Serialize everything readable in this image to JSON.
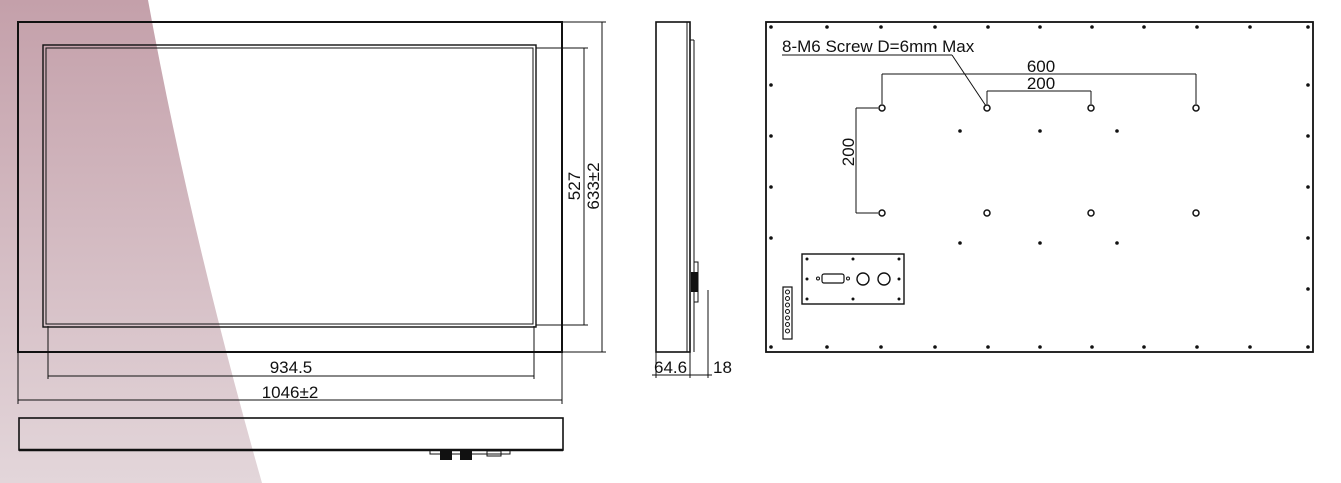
{
  "front_view": {
    "inner_width_label": "934.5",
    "outer_width_label": "1046±2",
    "inner_height_label": "527",
    "outer_height_label": "633±2"
  },
  "side_view": {
    "depth_label": "64.6",
    "mount_label": "18"
  },
  "rear_view": {
    "screw_note": "8-M6 Screw D=6mm Max",
    "hole_span_outer_label": "600",
    "hole_span_inner_label": "200",
    "hole_vertical_label": "200"
  },
  "colors": {
    "accent_band": "#c9a9b1",
    "line": "#111111"
  }
}
